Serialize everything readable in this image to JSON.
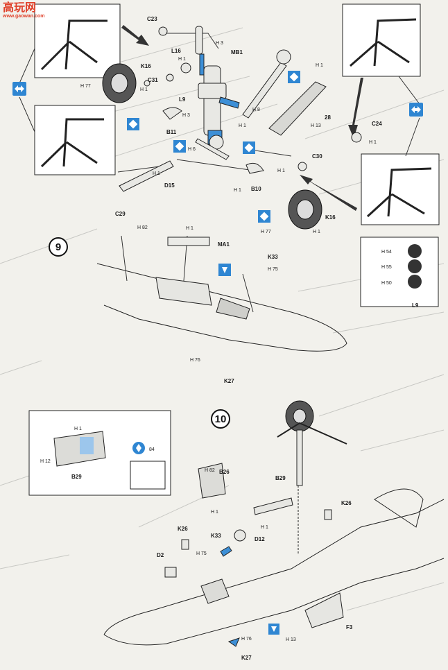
{
  "watermark": {
    "title": "高玩网",
    "url": "www.gaowan.com"
  },
  "step_numbers": [
    "9",
    "10"
  ],
  "part_labels": {
    "c23": "C23",
    "l16": "L16",
    "mb1": "MB1",
    "k16_top": "K16",
    "c31": "C31",
    "l9": "L9",
    "b11": "B11",
    "d15": "D15",
    "b10": "B10",
    "p28": "28",
    "c24": "C24",
    "c30": "C30",
    "k16_bottom": "K16",
    "c29": "C29",
    "ma1": "MA1",
    "k33_s9": "K33",
    "k27_s9": "K27",
    "l9_inset": "L9",
    "b29_inset": "B29",
    "b26": "B26",
    "b29": "B29",
    "k26_right": "K26",
    "k26_left": "K26",
    "d12": "D12",
    "k33_s10": "K33",
    "d2": "D2",
    "f3": "F3",
    "k27_s10": "K27"
  },
  "paint_codes": {
    "h1": "H 1",
    "h3": "H 3",
    "h8": "H 8",
    "h6": "H 6",
    "h13": "H 13",
    "h77": "H 77",
    "h82": "H 82",
    "h75": "H 75",
    "h76": "H 76",
    "h54": "H 54",
    "h55": "H 55",
    "h50": "H 50",
    "h12": "H 12"
  },
  "decal_number": "84",
  "colors": {
    "paint_box": "#3d8fd6",
    "watermark": "#e0402a",
    "accent_blue": "#2f86d2"
  }
}
